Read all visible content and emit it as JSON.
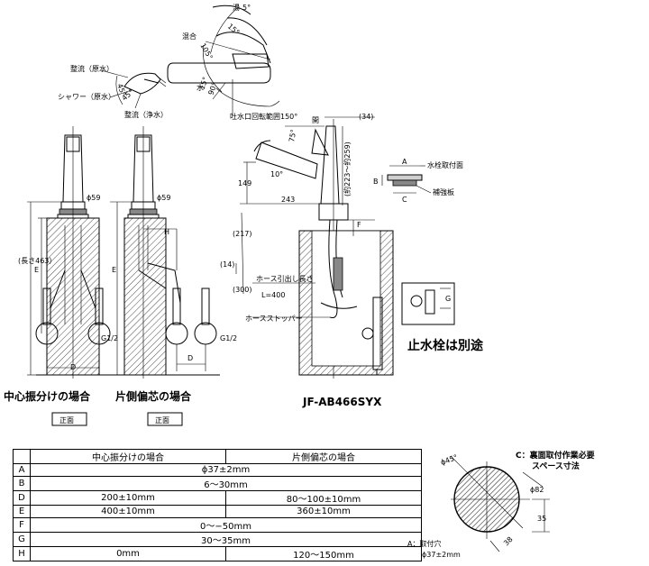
{
  "top_view": {
    "hot": "湯",
    "hot_angle": "5°",
    "mixed": "混合",
    "mixed_angle": "105°",
    "cold": "水",
    "cold_angle": "15°",
    "angle_90": "90°",
    "angle_15": "15°",
    "spout_rotation": "吐水口回転範囲150°"
  },
  "spray_head": {
    "stream_cold": "整流（原水）",
    "shower_cold": "シャワー（原水）",
    "stream_purified": "整流（浄水）",
    "a45_1": "45°",
    "a45_2": "45°"
  },
  "front_views": {
    "left_caption": "中心振分けの場合",
    "right_caption": "片側偏芯の場合",
    "left_tag": "正面",
    "right_tag": "正面",
    "diameter": "ϕ59",
    "length": "(長さ463）",
    "E": "E",
    "D": "D",
    "H": "H",
    "G12": "G1/2"
  },
  "side_view": {
    "model": "JF-AB466SYX",
    "open": "開",
    "open_angle": "75°",
    "dim_34": "(34)",
    "dim_range": "(約223～約259)",
    "dim_149": "149",
    "dim_10": "10°",
    "dim_243": "243",
    "dim_217": "(217)",
    "dim_14": "(14)",
    "dim_300": "(300)",
    "hose_out": "ホース引出し長さ",
    "hose_len": "L=400",
    "hose_stopper": "ホースストッパー",
    "F": "F",
    "A": "A",
    "B": "B",
    "C": "C",
    "mount_face": "水栓取付面",
    "reinforce": "補強板",
    "G": "G",
    "valve_note": "止水栓は別途"
  },
  "spec_table": {
    "headers": [
      "",
      "中心振分けの場合",
      "片側偏芯の場合"
    ],
    "rows": [
      {
        "key": "A",
        "merged": "ϕ37±2mm"
      },
      {
        "key": "B",
        "merged": "6～30mm"
      },
      {
        "key": "D",
        "left": "200±10mm",
        "right": "80～100±10mm"
      },
      {
        "key": "E",
        "left": "400±10mm",
        "right": "360±10mm"
      },
      {
        "key": "F",
        "merged": "0～−50mm"
      },
      {
        "key": "G",
        "merged": "30～35mm"
      },
      {
        "key": "H",
        "left": "0mm",
        "right": "120～150mm"
      }
    ]
  },
  "hole_detail": {
    "d45": "ϕ45°",
    "c_title": "C：裏面取付作業必要",
    "c_sub": "スペース寸法",
    "d82": "ϕ82",
    "d35": "35",
    "d38": "38",
    "a_label": "A：取付穴",
    "a_value": "ϕ37±2mm"
  }
}
